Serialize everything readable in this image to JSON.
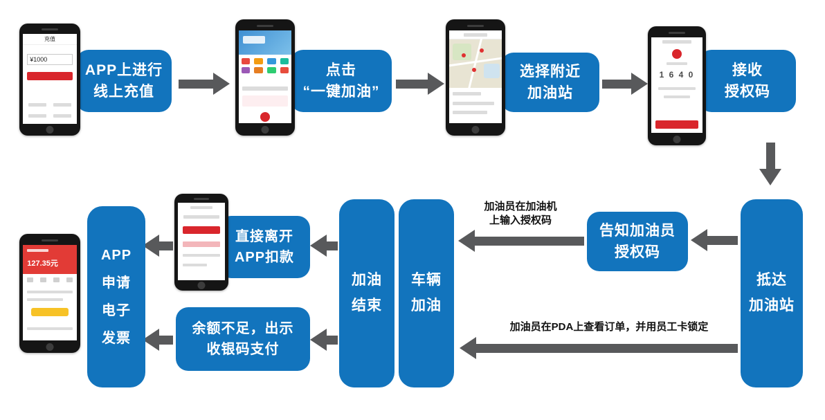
{
  "colors": {
    "box_blue": "#1274BD",
    "arrow_gray": "#58595B",
    "accent_red": "#D9262C",
    "button_yellow": "#F7C226"
  },
  "flow": {
    "step_recharge": [
      "APP上进行",
      "线上充值"
    ],
    "step_one_key": [
      "点击",
      "“一键加油”"
    ],
    "step_select_station": [
      "选择附近",
      "加油站"
    ],
    "step_receive_code": [
      "接收",
      "授权码"
    ],
    "arrive_station": [
      "抵达",
      "加油站"
    ],
    "tell_attendant": [
      "告知加油员",
      "授权码"
    ],
    "dispenser_note": [
      "加油员在加油机",
      "上输入授权码"
    ],
    "vehicle_refuel": [
      "车辆",
      "加油"
    ],
    "refuel_finish": [
      "加油",
      "结束"
    ],
    "leave_deduct": [
      "直接离开",
      "APP扣款"
    ],
    "insufficient_balance": [
      "余额不足，出示",
      "收银码支付"
    ],
    "apply_invoice": [
      "APP",
      "申请",
      "电子",
      "发票"
    ],
    "pda_note": "加油员在PDA上查看订单，并用员工卡锁定"
  },
  "phones": {
    "recharge": {
      "title": "充值",
      "amount": "¥1000"
    },
    "auth": {
      "code": "1 6 4 0"
    },
    "invoice": {
      "amount": "127.35元"
    }
  }
}
